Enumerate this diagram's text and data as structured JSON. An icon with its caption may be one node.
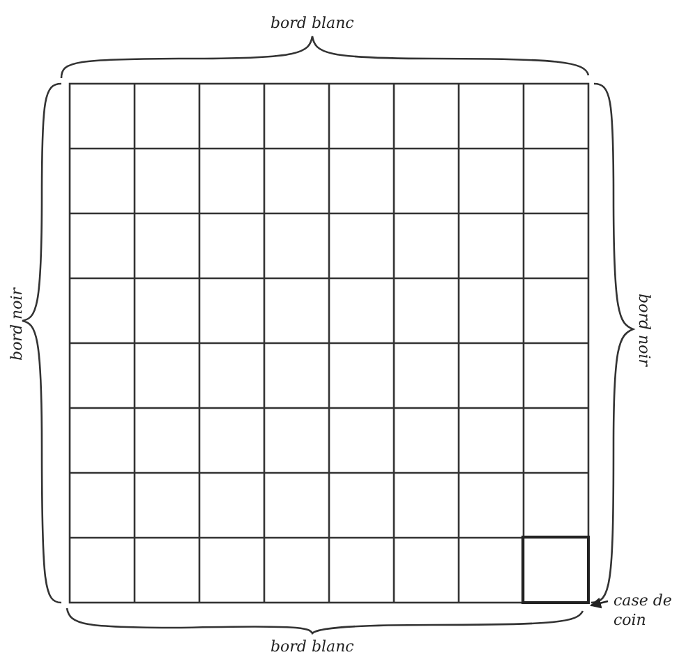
{
  "diagram": {
    "nodes": [
      {
        "text": [
          "case de coin"
        ]
      },
      {
        "text": [],
        "shape": "box"
      }
    ],
    "edges": [
      {
        "from": 0,
        "to": 1,
        "arrow": "to"
      }
    ],
    "labels": [
      "bord blanc",
      "bord noir",
      "bord noir",
      "bord blanc"
    ]
  }
}
